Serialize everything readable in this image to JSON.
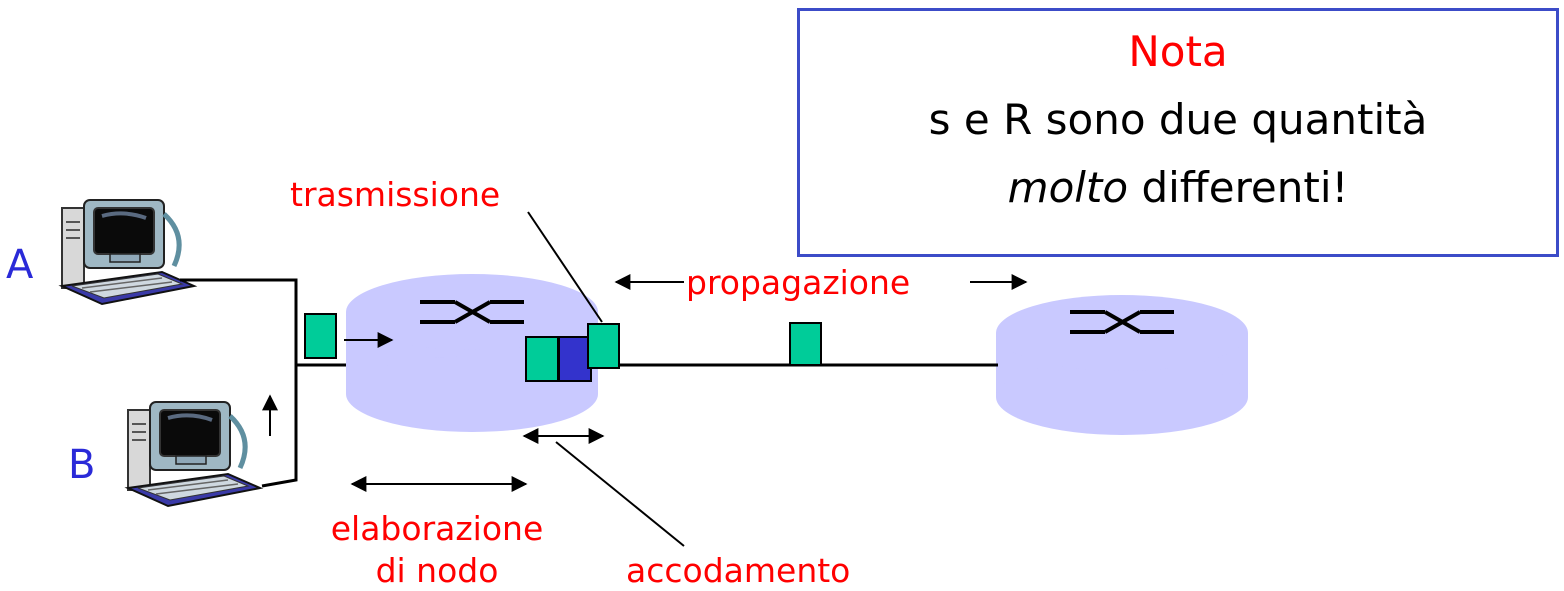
{
  "colors": {
    "label": "#ff0000",
    "host_label": "#2a2ad8",
    "router_fill": "#c9c9ff",
    "packet": "#00cc99",
    "packet_queued": "#3333cc",
    "note_border": "#3c4cc8"
  },
  "icons": [
    "computer-icon",
    "router-icon"
  ],
  "hosts": {
    "a": "A",
    "b": "B"
  },
  "labels": {
    "transmission": "trasmissione",
    "propagation": "propagazione",
    "processing_line1": "elaborazione",
    "processing_line2": "di nodo",
    "queueing": "accodamento"
  },
  "note": {
    "title": "Nota",
    "line1": "s e R sono due quantità",
    "line2_em": "molto",
    "line2_rest": " differenti!"
  }
}
